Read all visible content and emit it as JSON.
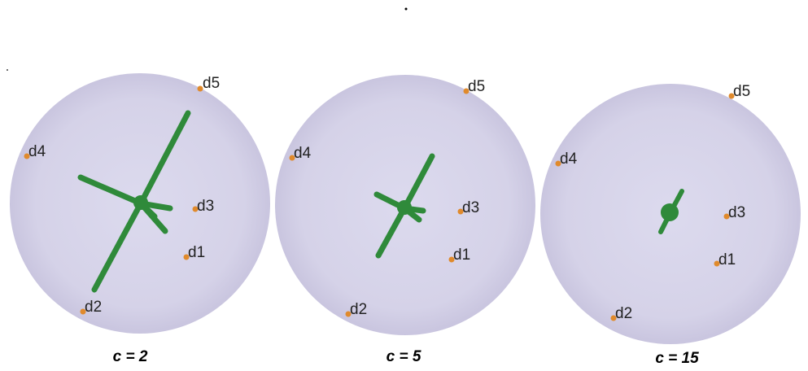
{
  "colors": {
    "sphere": "#d6d3ea",
    "sphere_edge": "#c7c3df",
    "spokes": "#2f8a3a",
    "points": "#e08a2c",
    "labels": "#222222",
    "captions": "#000000"
  },
  "panels": [
    {
      "caption": "c = 2",
      "points": [
        {
          "label": "d5"
        },
        {
          "label": "d4"
        },
        {
          "label": "d3"
        },
        {
          "label": "d1"
        },
        {
          "label": "d2"
        }
      ]
    },
    {
      "caption": "c = 5",
      "points": [
        {
          "label": "d5"
        },
        {
          "label": "d4"
        },
        {
          "label": "d3"
        },
        {
          "label": "d1"
        },
        {
          "label": "d2"
        }
      ]
    },
    {
      "caption": "c = 15",
      "points": [
        {
          "label": "d5"
        },
        {
          "label": "d4"
        },
        {
          "label": "d3"
        },
        {
          "label": "d1"
        },
        {
          "label": "d2"
        }
      ]
    }
  ]
}
